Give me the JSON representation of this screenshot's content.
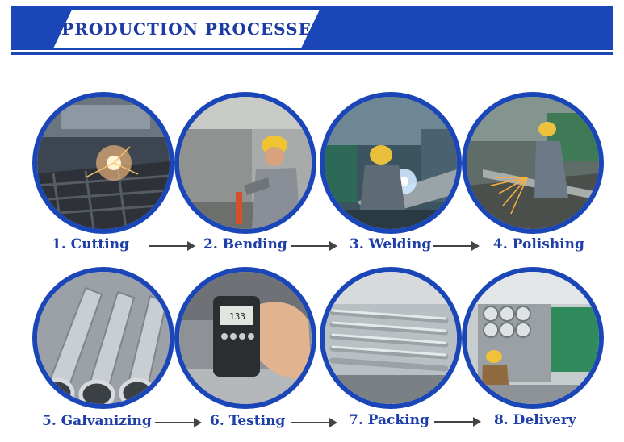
{
  "header": {
    "title": "PRODUCTION PROCESSE"
  },
  "steps": [
    {
      "label": "1. Cutting",
      "icon": "cutting-photo"
    },
    {
      "label": "2. Bending",
      "icon": "bending-photo"
    },
    {
      "label": "3. Welding",
      "icon": "welding-photo"
    },
    {
      "label": "4. Polishing",
      "icon": "polishing-photo"
    },
    {
      "label": "5. Galvanizing",
      "icon": "galvanizing-photo"
    },
    {
      "label": "6. Testing",
      "icon": "testing-photo"
    },
    {
      "label": "7. Packing",
      "icon": "packing-photo"
    },
    {
      "label": "8. Delivery",
      "icon": "delivery-photo"
    }
  ],
  "colors": {
    "primary": "#1a46b8",
    "label": "#1f3fa8",
    "arrow": "#444444"
  }
}
